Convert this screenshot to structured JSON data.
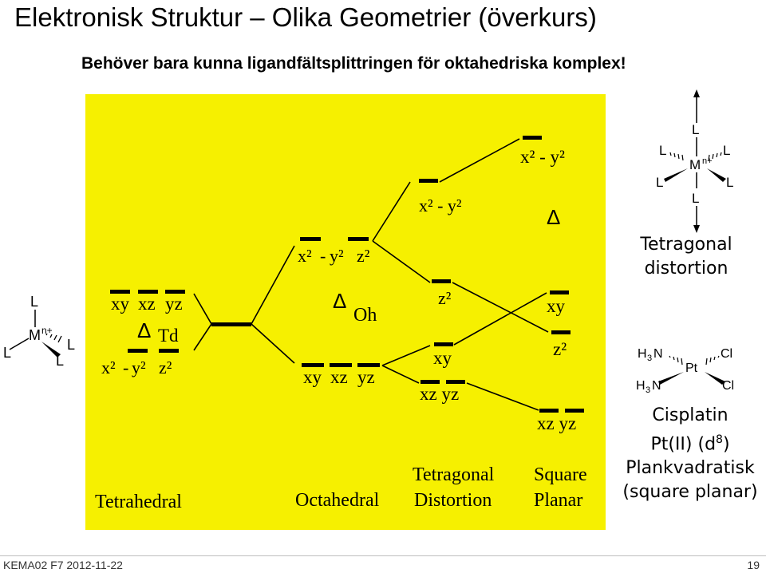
{
  "slide": {
    "title": "Elektronisk Struktur – Olika Geometrier (överkurs)",
    "subtitle": "Behöver bara kunna ligandfältsplittringen för oktahedriska komplex!",
    "footer_left": "KEMA02 F7 2012-11-22",
    "page_number": "19"
  },
  "diagram": {
    "colors": {
      "panel": "#f6f000",
      "ink": "#000000"
    },
    "tetrahedral": {
      "upper_labels": [
        "xy",
        "xz",
        "yz"
      ],
      "delta": "Δ",
      "delta_sub": "Td",
      "lower_labels": [
        "x²",
        "-",
        "y²",
        "z²"
      ],
      "name": "Tetrahedral"
    },
    "octahedral": {
      "upper_labels": [
        "x²",
        "-",
        "y²",
        "z²"
      ],
      "delta": "Δ",
      "delta_sub": "Oh",
      "lower_labels": [
        "xy",
        "xz",
        "yz"
      ],
      "name": "Octahedral"
    },
    "tetragonal": {
      "levels": [
        "x² - y²",
        "z²",
        "xy",
        "xz yz"
      ],
      "delta": "Δ",
      "name_line1": "Tetragonal",
      "name_line2": "Distortion"
    },
    "square_planar": {
      "levels": [
        "x² - y²",
        "xy",
        "z²",
        "xz yz"
      ],
      "name_line1": "Square",
      "name_line2": "Planar"
    }
  },
  "structures": {
    "tetrahedral_complex": {
      "metal": "M",
      "charge": "n+",
      "ligand": "L"
    },
    "octahedral_complex": {
      "metal": "M",
      "charge": "n+",
      "ligand": "L"
    },
    "cisplatin": {
      "metal": "Pt",
      "amine": "H",
      "amine_sub": "3",
      "amine_n": "N",
      "chloride": "Cl"
    }
  },
  "captions": {
    "tetragonal_line1": "Tetragonal",
    "tetragonal_line2": "distortion",
    "cisplatin_line1": "Cisplatin",
    "cisplatin_line2_a": "Pt(II) (d",
    "cisplatin_line2_sup": "8",
    "cisplatin_line2_b": ")",
    "cisplatin_line3": "Plankvadratisk",
    "cisplatin_line4": "(square planar)"
  }
}
